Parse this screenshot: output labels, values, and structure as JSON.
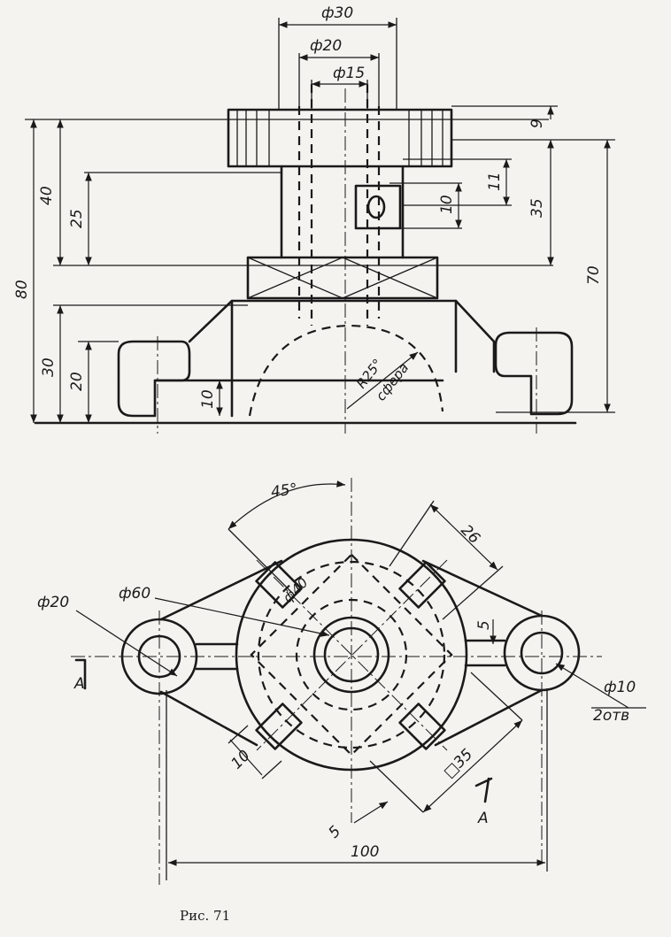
{
  "caption": "Рис. 71",
  "front_view": {
    "dims": {
      "d30": "ф30",
      "d20": "ф20",
      "d15": "ф15",
      "h9": "9",
      "h40": "40",
      "h25": "25",
      "h80": "80",
      "h30": "30",
      "h20": "20",
      "h10": "10",
      "h11": "11",
      "h10b": "10",
      "h35": "35",
      "h70": "70",
      "r25": "R25°",
      "sphere": "сфера"
    }
  },
  "top_view": {
    "dims": {
      "angle45": "45°",
      "d26": "26",
      "d20": "ф20",
      "d60": "ф60",
      "d40": "ф40",
      "d5a": "5",
      "d10hole": "ф10",
      "holes": "2отв",
      "d10": "10",
      "sq35": "□35",
      "d5b": "5",
      "d100": "100",
      "sectionA1": "A",
      "sectionA2": "A"
    }
  }
}
